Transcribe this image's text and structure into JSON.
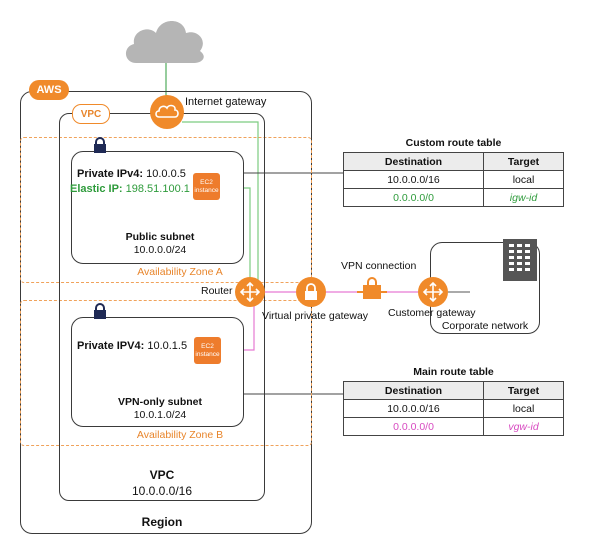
{
  "labels": {
    "internet_gateway": "Internet gateway",
    "aws": "AWS",
    "vpc_badge": "VPC",
    "az_a": "Availability Zone A",
    "az_b": "Availability Zone B",
    "router": "Router",
    "virtual_private_gateway": "Virtual private gateway",
    "vpn_connection": "VPN connection",
    "customer_gateway": "Customer gateway",
    "corporate_network": "Corporate network",
    "vpc_name": "VPC",
    "vpc_cidr": "10.0.0.0/16",
    "region": "Region"
  },
  "public_subnet": {
    "private_ip_label": "Private IPv4:",
    "private_ip": "10.0.0.5",
    "elastic_ip_label": "Elastic IP:",
    "elastic_ip": "198.51.100.1",
    "name": "Public subnet",
    "cidr": "10.0.0.0/24",
    "instance_line1": "EC2",
    "instance_line2": "instance"
  },
  "vpn_subnet": {
    "private_ip_label": "Private IPV4:",
    "private_ip": "10.0.1.5",
    "name": "VPN-only subnet",
    "cidr": "10.0.1.0/24",
    "instance_line1": "EC2",
    "instance_line2": "instance"
  },
  "custom_route_table": {
    "title": "Custom route table",
    "headers": [
      "Destination",
      "Target"
    ],
    "rows": [
      {
        "destination": "10.0.0.0/16",
        "target": "local"
      },
      {
        "destination": "0.0.0.0/0",
        "target": "igw-id"
      }
    ]
  },
  "main_route_table": {
    "title": "Main route table",
    "headers": [
      "Destination",
      "Target"
    ],
    "rows": [
      {
        "destination": "10.0.0.0/16",
        "target": "local"
      },
      {
        "destination": "0.0.0.0/0",
        "target": "vgw-id"
      }
    ]
  },
  "colors": {
    "orange": "#f08a2a",
    "green": "#2e9b3b",
    "magenta": "#d84bc1",
    "cloud": "#b5b5b5",
    "lock": "#1f2a55"
  }
}
